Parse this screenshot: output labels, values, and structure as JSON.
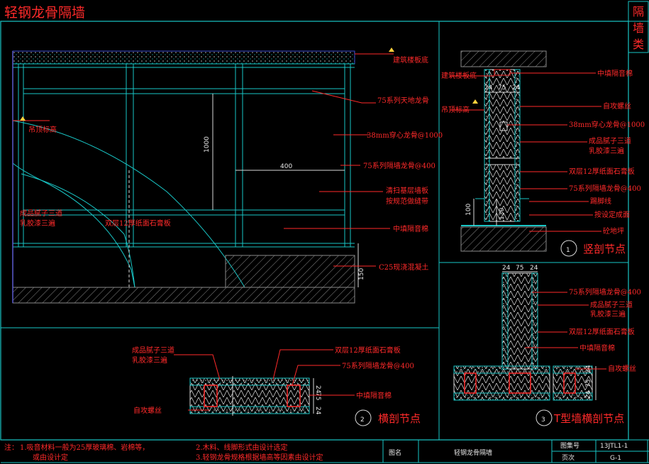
{
  "title": "轻钢龙骨隔墙",
  "side_tab": [
    "隔",
    "墙",
    "类"
  ],
  "elevation": {
    "labels_right": [
      "建筑楼板底",
      "75系列天地龙骨",
      "38mm穿心龙骨@1000",
      "75系列隔墙龙骨@400",
      "清扫基层墙板",
      "按规范做缝带",
      "中填隔音棉",
      "C25现浇混凝土"
    ],
    "ceiling_label": "吊顶标高",
    "left_label_1": "成品腻子三道",
    "left_label_2": "乳胶漆三遍",
    "board_label": "双层12厚纸面石膏板",
    "dim_height": "1000",
    "dim_spacing": "400",
    "dim_base": "150"
  },
  "vertical_section": {
    "labels_right": [
      "中填隔音棉",
      "自攻螺丝",
      "38mm穿心龙骨@1000",
      "成品腻子三道",
      "乳胶漆三遍",
      "双层12厚纸面石膏板",
      "75系列隔墙龙骨@400",
      "踢脚线",
      "按设定成面",
      "砼地坪"
    ],
    "label_slab": "建筑楼板底",
    "label_ceiling": "吊顶标高",
    "dims_top": [
      "24",
      "75",
      "24"
    ],
    "dim_100": "100",
    "dim_130": "130",
    "node_no": "1",
    "node_title": "竖剖节点"
  },
  "horizontal_section": {
    "labels_left_1": "成品腻子三道",
    "labels_left_2": "乳胶漆三遍",
    "label_screw": "自攻螺丝",
    "labels_right": [
      "双层12厚纸面石膏板",
      "75系列隔墙龙骨@400",
      "中填隔音棉"
    ],
    "dims": [
      "24",
      "75",
      "24"
    ],
    "node_no": "2",
    "node_title": "横剖节点"
  },
  "t_section": {
    "dims_top": [
      "24",
      "75",
      "24"
    ],
    "labels_right": [
      "75系列隔墙龙骨@400",
      "成品腻子三道",
      "乳胶漆三遍",
      "双层12厚纸面石膏板",
      "中填隔音棉",
      "自攻螺丝"
    ],
    "dims_side": [
      "24",
      "75",
      "24"
    ],
    "node_no": "3",
    "node_title": "T型墙横剖节点"
  },
  "notes": {
    "prefix": "注：",
    "n1": "1.吸音材料一般为25厚玻璃棉、岩棉等，",
    "n1b": "或由设计定",
    "n2": "2.木料、线脚形式由设计选定",
    "n3": "3.轻钢龙骨规格根据墙高等因素由设计定"
  },
  "title_block": {
    "name_label": "图名",
    "name_value": "轻钢龙骨隔墙",
    "atlas_label": "图集号",
    "atlas_value": "13JTL1-1",
    "page_label": "页次",
    "page_value": "G-1"
  }
}
